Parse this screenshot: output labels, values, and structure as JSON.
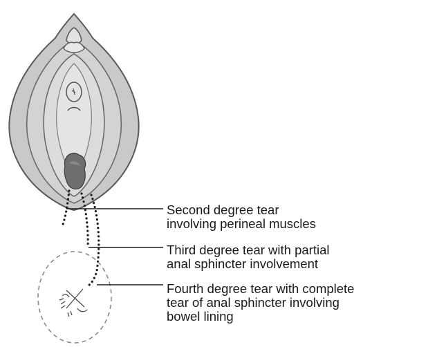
{
  "labels": {
    "second_degree": {
      "line1": "Second degree tear",
      "line2": "involving perineal muscles"
    },
    "third_degree": {
      "line1": "Third degree tear with partial",
      "line2": "anal sphincter involvement"
    },
    "fourth_degree": {
      "line1": "Fourth degree tear with complete",
      "line2": "tear of anal sphincter involving",
      "line3": "bowel lining"
    }
  },
  "colors": {
    "outer_fill": "#c9c9c9",
    "inner_fill": "#dcdcdc",
    "outline": "#5a5a5a",
    "opening": "#6e6e6e",
    "tear_dots": "#1a1a1a",
    "circle_dash": "#8a8a8a"
  }
}
